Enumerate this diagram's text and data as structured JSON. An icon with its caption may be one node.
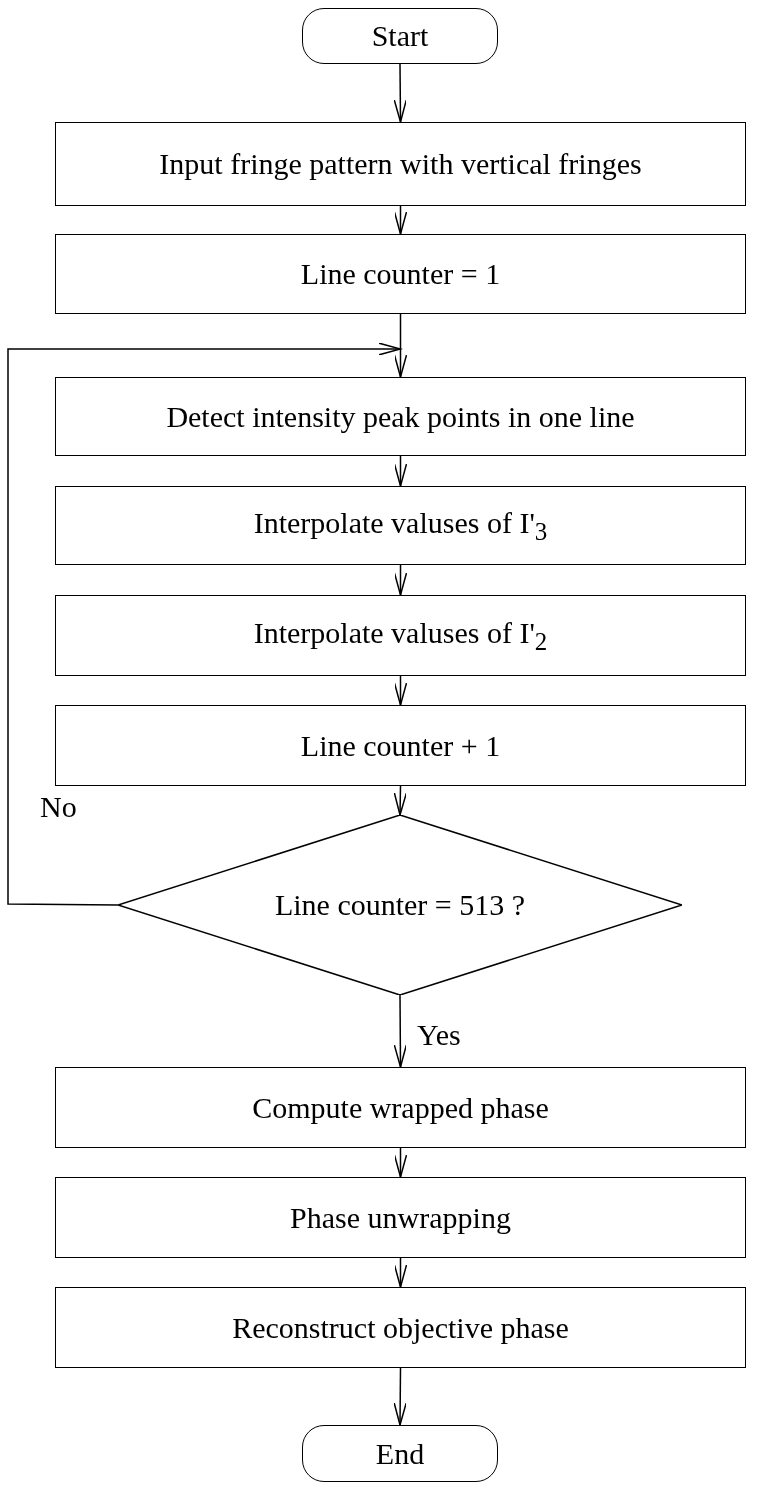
{
  "diagram": {
    "nodes": [
      {
        "text": [
          "Start"
        ]
      },
      {
        "text": [
          "Input fringe pattern with vertical fringes"
        ]
      },
      {
        "text": [
          "Line counter = 1"
        ]
      },
      {
        "text": [
          "Detect intensity peak points in one line"
        ]
      },
      {
        "text": [
          "Interpolate valuses of I'$_{3}$"
        ]
      },
      {
        "text": [
          "Interpolate valuses of I'$_{2}$"
        ]
      },
      {
        "text": [
          "Line counter + 1"
        ]
      },
      {
        "text": [
          "Line counter = 513 ?"
        ]
      },
      {
        "text": [
          "Compute wrapped phase"
        ]
      },
      {
        "text": [
          "Phase unwrapping"
        ]
      },
      {
        "text": [
          "Reconstruct objective phase"
        ]
      },
      {
        "text": [
          "End"
        ]
      }
    ],
    "edges": [
      {
        "from": 0,
        "to": 1,
        "arrow": "to"
      },
      {
        "from": 1,
        "to": 2,
        "arrow": "to"
      },
      {
        "from": 2,
        "to": 3,
        "arrow": "to"
      },
      {
        "from": 3,
        "to": 4,
        "arrow": "to"
      },
      {
        "from": 4,
        "to": 5,
        "arrow": "to"
      },
      {
        "from": 5,
        "to": 6,
        "arrow": "to"
      },
      {
        "from": 6,
        "to": 7,
        "arrow": "to"
      },
      {
        "from": 7,
        "to": 3,
        "arrow": "to",
        "label": "No"
      },
      {
        "from": 7,
        "to": 8,
        "arrow": "to",
        "label": "Yes"
      },
      {
        "from": 8,
        "to": 9,
        "arrow": "to"
      },
      {
        "from": 9,
        "to": 10,
        "arrow": "to"
      },
      {
        "from": 10,
        "to": 11,
        "arrow": "to"
      }
    ]
  }
}
